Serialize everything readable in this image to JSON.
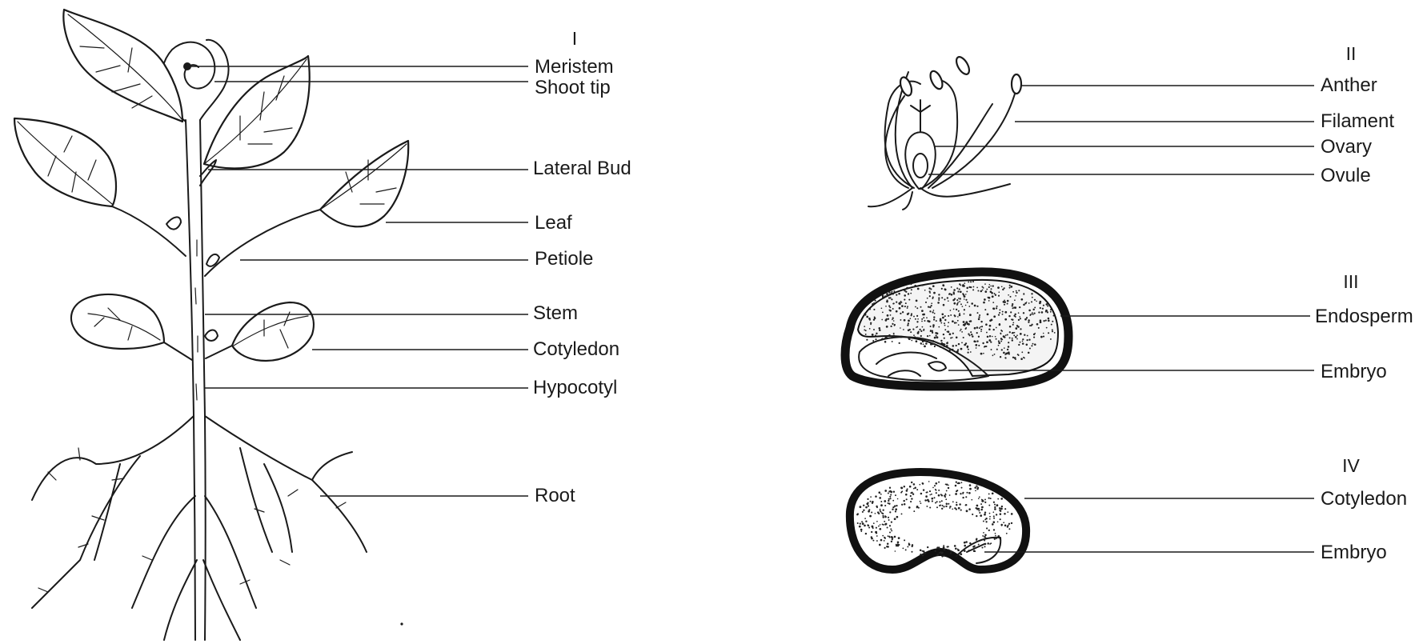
{
  "panels": {
    "plant": {
      "numeral": "I",
      "labels": {
        "meristem": "Meristem",
        "shoot_tip": "Shoot tip",
        "lateral_bud": "Lateral Bud",
        "leaf": "Leaf",
        "petiole": "Petiole",
        "stem": "Stem",
        "cotyledon": "Cotyledon",
        "hypocotyl": "Hypocotyl",
        "root": "Root"
      }
    },
    "flower": {
      "numeral": "II",
      "labels": {
        "anther": "Anther",
        "filament": "Filament",
        "ovary": "Ovary",
        "ovule": "Ovule"
      }
    },
    "monocot_seed": {
      "numeral": "III",
      "labels": {
        "endosperm": "Endosperm",
        "embryo": "Embryo"
      }
    },
    "dicot_seed": {
      "numeral": "IV",
      "labels": {
        "cotyledon": "Cotyledon",
        "embryo": "Embryo"
      }
    }
  }
}
